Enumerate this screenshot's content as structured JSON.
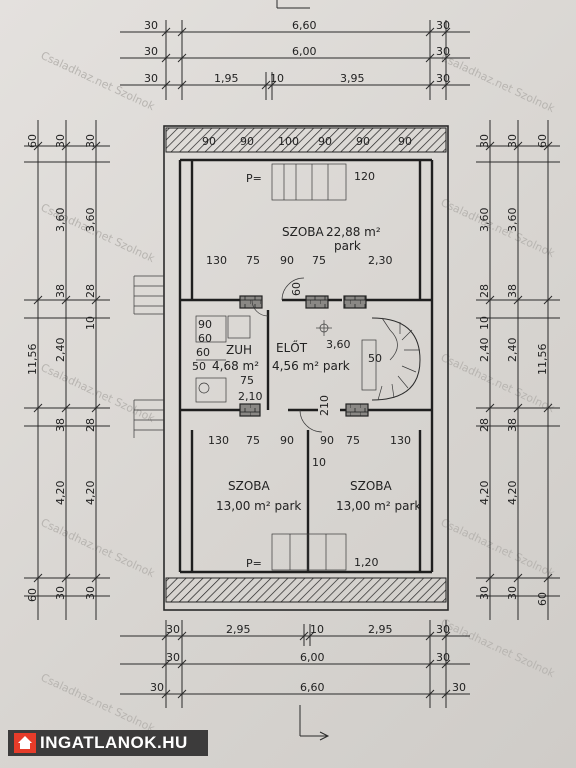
{
  "plan": {
    "rooms": {
      "szoba_top_name": "SZOBA",
      "szoba_top_area": "22,88 m²",
      "szoba_top_floor": "park",
      "zuh_name": "ZUH",
      "zuh_area": "4,68 m²",
      "eloter_name": "ELŐT",
      "eloter_area": "4,56 m² park",
      "szoba_left_name": "SZOBA",
      "szoba_left_area": "13,00 m² park",
      "szoba_right_name": "SZOBA",
      "szoba_right_area": "13,00 m² park"
    },
    "dims_top": {
      "r1_a": "30",
      "r1_b": "6,60",
      "r1_c": "30",
      "r2_a": "30",
      "r2_b": "6,00",
      "r2_c": "30",
      "r3_a": "30",
      "r3_b": "1,95",
      "r3_c": "10",
      "r3_d": "3,95",
      "r3_e": "30"
    },
    "dims_bottom": {
      "r1_a": "30",
      "r1_b": "2,95",
      "r1_c": "10",
      "r1_d": "2,95",
      "r1_e": "30",
      "r2_a": "30",
      "r2_b": "6,00",
      "r2_c": "30",
      "r3_a": "30",
      "r3_b": "6,60",
      "r3_c": "30"
    },
    "dims_left": {
      "total": "11,56",
      "a": "60",
      "b": "30",
      "c": "3,60",
      "d": "38",
      "e": "2,40",
      "f": "38",
      "g": "4,20",
      "h": "30",
      "i": "60",
      "j": "10",
      "k": "28",
      "l": "10"
    },
    "dims_right": {
      "total": "11,56",
      "a": "60",
      "b": "30",
      "c": "3,60",
      "d": "38",
      "e": "2,40",
      "f": "38",
      "g": "4,20",
      "h": "30",
      "i": "60",
      "j": "10",
      "k": "28",
      "l": "10"
    },
    "inner_labels": {
      "balc_top": [
        "90",
        "90",
        "100",
        "90",
        "90",
        "90"
      ],
      "p_top": "P=",
      "p_top_120": "120",
      "row_mid_top": [
        "130",
        "75",
        "90",
        "75",
        "2,30"
      ],
      "row_mid_bot": [
        "130",
        "75",
        "90",
        "90",
        "75",
        "130"
      ],
      "p_bottom": "P=",
      "p_bottom_120": "1,20",
      "misc": [
        "90",
        "60",
        "60",
        "50",
        "2,10",
        "75",
        "3,60",
        "50",
        "10",
        "210",
        "60"
      ]
    },
    "watermark": "Csaladhaz.net Szolnok"
  },
  "brand": {
    "logo_text": "INGATLANOK.HU"
  }
}
